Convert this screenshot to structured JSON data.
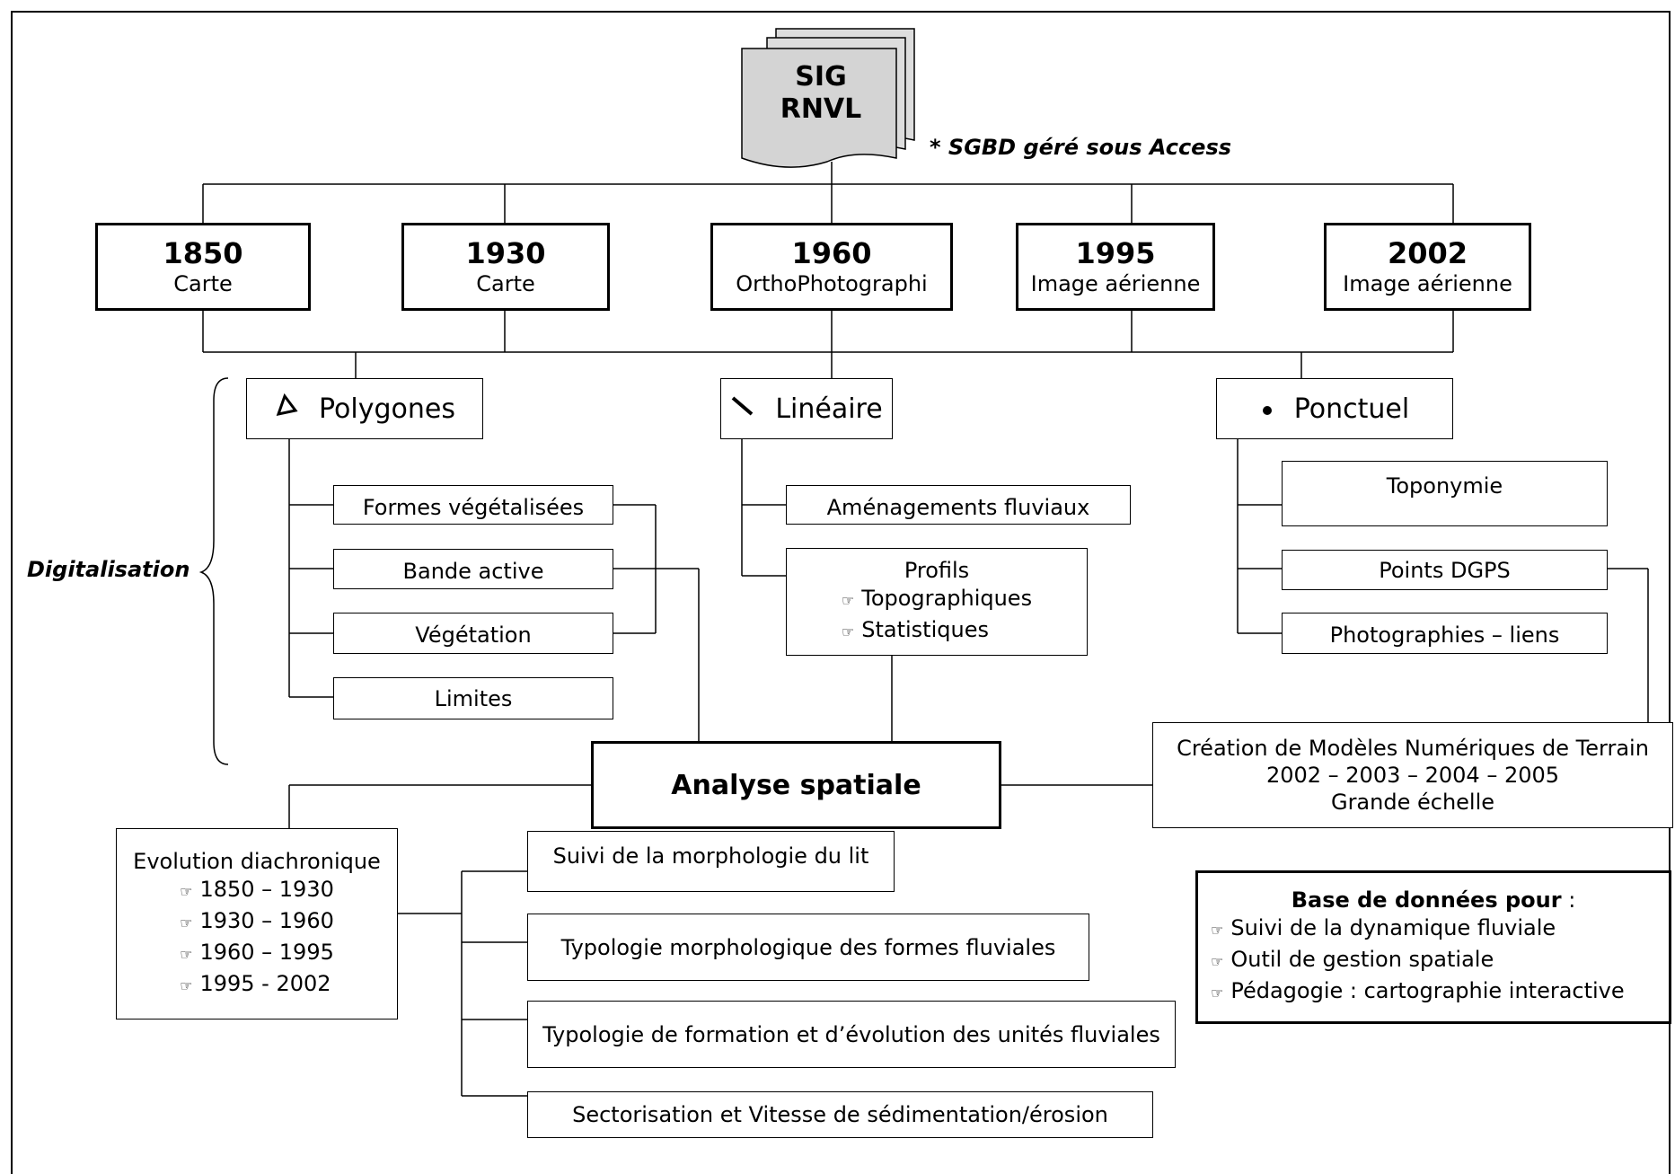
{
  "root": {
    "title_line1": "SIG",
    "title_line2": "RNVL",
    "note": "* SGBD géré sous Access"
  },
  "sources": [
    {
      "year": "1850",
      "label": "Carte"
    },
    {
      "year": "1930",
      "label": "Carte"
    },
    {
      "year": "1960",
      "label": "OrthoPhotographi"
    },
    {
      "year": "1995",
      "label": "Image aérienne"
    },
    {
      "year": "2002",
      "label": "Image aérienne"
    }
  ],
  "digitalisation_label": "Digitalisation",
  "categories": {
    "polygones": {
      "label": "Polygones",
      "icon": "polygon-icon"
    },
    "lineaire": {
      "label": "Linéaire",
      "icon": "line-icon"
    },
    "ponctuel": {
      "label": "Ponctuel",
      "icon": "point-icon"
    }
  },
  "polygon_items": [
    "Formes végétalisées",
    "Bande active",
    "Végétation",
    "Limites"
  ],
  "linear_items": {
    "amenagements": "Aménagements fluviaux",
    "profils_title": "Profils",
    "profils_bullets": [
      "Topographiques",
      "Statistiques"
    ]
  },
  "point_items": [
    "Toponymie",
    "Points DGPS",
    "Photographies – liens"
  ],
  "mnt": {
    "line1": "Création de Modèles Numériques de Terrain",
    "line2": "2002 – 2003 – 2004 – 2005",
    "line3": "Grande échelle"
  },
  "analyse": "Analyse spatiale",
  "evolution": {
    "title": "Evolution diachronique",
    "periods": [
      "1850 – 1930",
      "1930 – 1960",
      "1960 – 1995",
      "1995 - 2002"
    ]
  },
  "analyses": [
    "Suivi de la morphologie du lit",
    "Typologie morphologique des formes fluviales",
    "Typologie de formation et d’évolution des unités fluviales",
    "Sectorisation et Vitesse de sédimentation/érosion"
  ],
  "database": {
    "title": "Base de données pour",
    "title_suffix": " :",
    "items": [
      "Suivi de la dynamique fluviale",
      "Outil de gestion spatiale",
      "Pédagogie : cartographie interactive"
    ]
  },
  "bullet_icon": "pointing-hand-icon"
}
